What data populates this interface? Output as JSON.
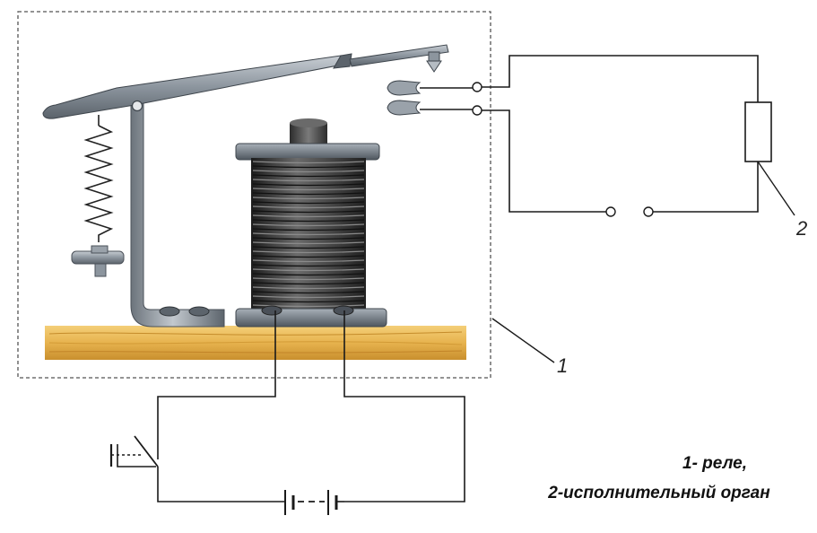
{
  "callouts": {
    "relay_number": "1",
    "actuator_number": "2"
  },
  "legend": {
    "line1": "1- реле,",
    "line2": "2-исполнительный орган"
  },
  "colors": {
    "wire": "#1a1a1a",
    "wood": "#e8b450",
    "coil": "#3a3a3a",
    "metal": "#8c959e",
    "frame_dash": "#555555"
  },
  "icons": {
    "spring": "spring-icon",
    "switch": "switch-icon",
    "battery": "battery-icon",
    "resistor": "resistor-icon"
  }
}
